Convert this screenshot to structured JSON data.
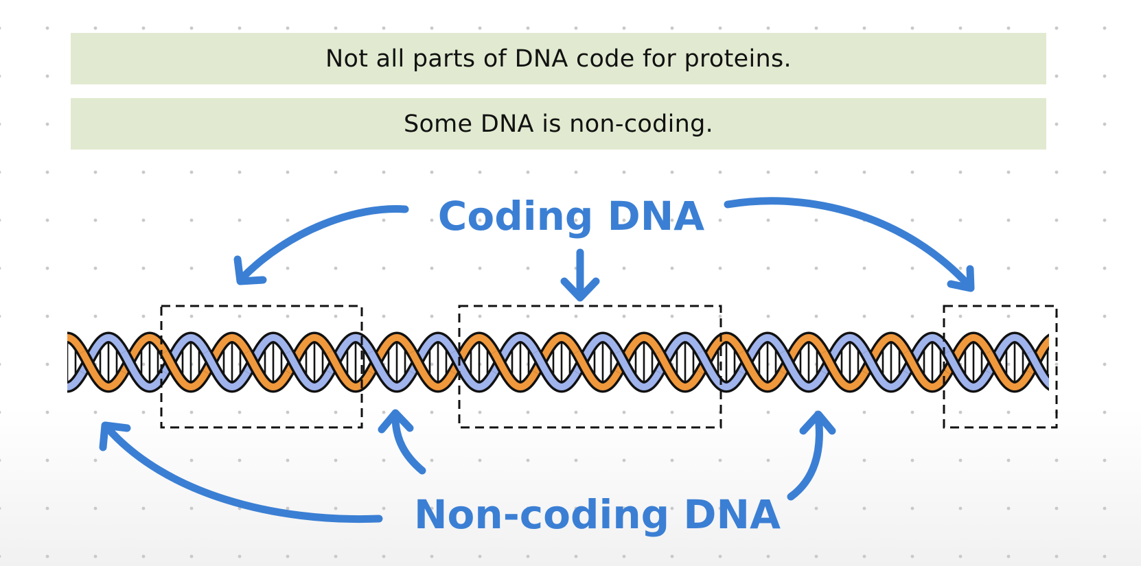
{
  "banners": {
    "top": "Not all parts of DNA code for proteins.",
    "bottom": "Some DNA is non-coding."
  },
  "labels": {
    "coding": "Coding DNA",
    "non_coding": "Non-coding DNA"
  },
  "colors": {
    "banner_fill": "#e1ead0",
    "label_blue": "#3b7fd4",
    "strand_orange": "#f0983c",
    "strand_blue": "#9fb3ec",
    "outline": "#111111"
  }
}
